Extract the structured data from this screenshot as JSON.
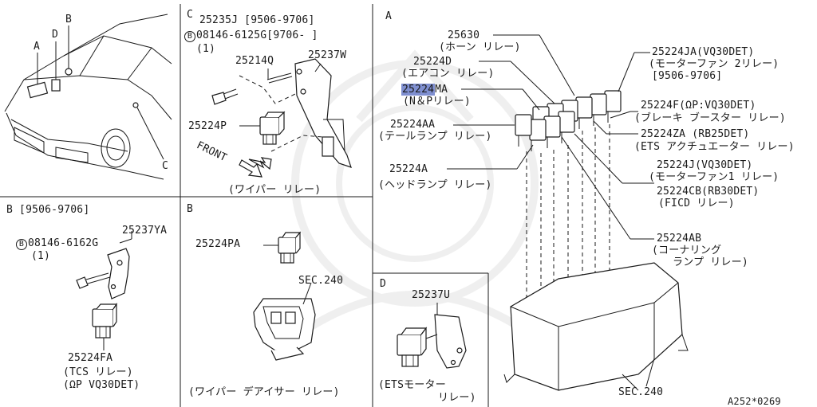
{
  "panels": {
    "a_main": {
      "letter": "A",
      "parts": [
        {
          "num": "25630",
          "name": "(ホーン リレー)"
        },
        {
          "num": "25224D",
          "name": "(エアコン リレー)"
        },
        {
          "num_hl": "25224",
          "num_rest": "MA",
          "name": "(N＆Pリレー)"
        },
        {
          "num": "25224AA",
          "name": "(テールランプ リレー)"
        },
        {
          "num": "25224A",
          "name": "(ヘッドランプ リレー)"
        },
        {
          "num": "25224JA(VQ30DET)",
          "name": "(モーターファン 2リレー)",
          "extra": "[9506-9706]"
        },
        {
          "num": "25224F(ΩP:VQ30DET)",
          "name": "(ブレーキ ブースター リレー)"
        },
        {
          "num": "25224ZA (RB25DET)",
          "name": "(ETS アクチュエーター リレー)"
        },
        {
          "num": "25224J(VQ30DET)",
          "name": "(モーターファン1 リレー)"
        },
        {
          "num": "25224CB(RB30DET)",
          "name": "(FICD リレー)"
        },
        {
          "num": "25224AB",
          "name": "(コーナリング",
          "name2": "ランプ リレー)"
        }
      ],
      "sec": "SEC.240",
      "footer_code": "A252*0269"
    },
    "car": {
      "labels": [
        "A",
        "D",
        "B",
        "C"
      ]
    },
    "c_panel": {
      "letter": "C",
      "line1": "25235J [9506-9706]",
      "bolt_circle": "B",
      "line2": "08146-6125G[9706- ]",
      "qty": "(1)",
      "p1": "25214Q",
      "p2": "25237W",
      "p3": "25224P",
      "front": "FRONT",
      "caption": "(ワイパー リレー)"
    },
    "b_left": {
      "title": "B [9506-9706]",
      "p1": "25237YA",
      "bolt_circle": "B",
      "bolt": "08146-6162G",
      "qty": "(1)",
      "p2": "25224FA",
      "cap1": "(TCS リレー)",
      "cap2": "(ΩP VQ30DET)"
    },
    "b_mid": {
      "letter": "B",
      "p1": "25224PA",
      "sec": "SEC.240",
      "caption": "(ワイパー デアイサー リレー)"
    },
    "d_panel": {
      "letter": "D",
      "p1": "25237U",
      "cap1": "(ETSモーター",
      "cap2": "リレー)"
    }
  },
  "colors": {
    "highlight": "#7f8fd0",
    "ink": "#1a1a1a",
    "background": "#ffffff"
  }
}
